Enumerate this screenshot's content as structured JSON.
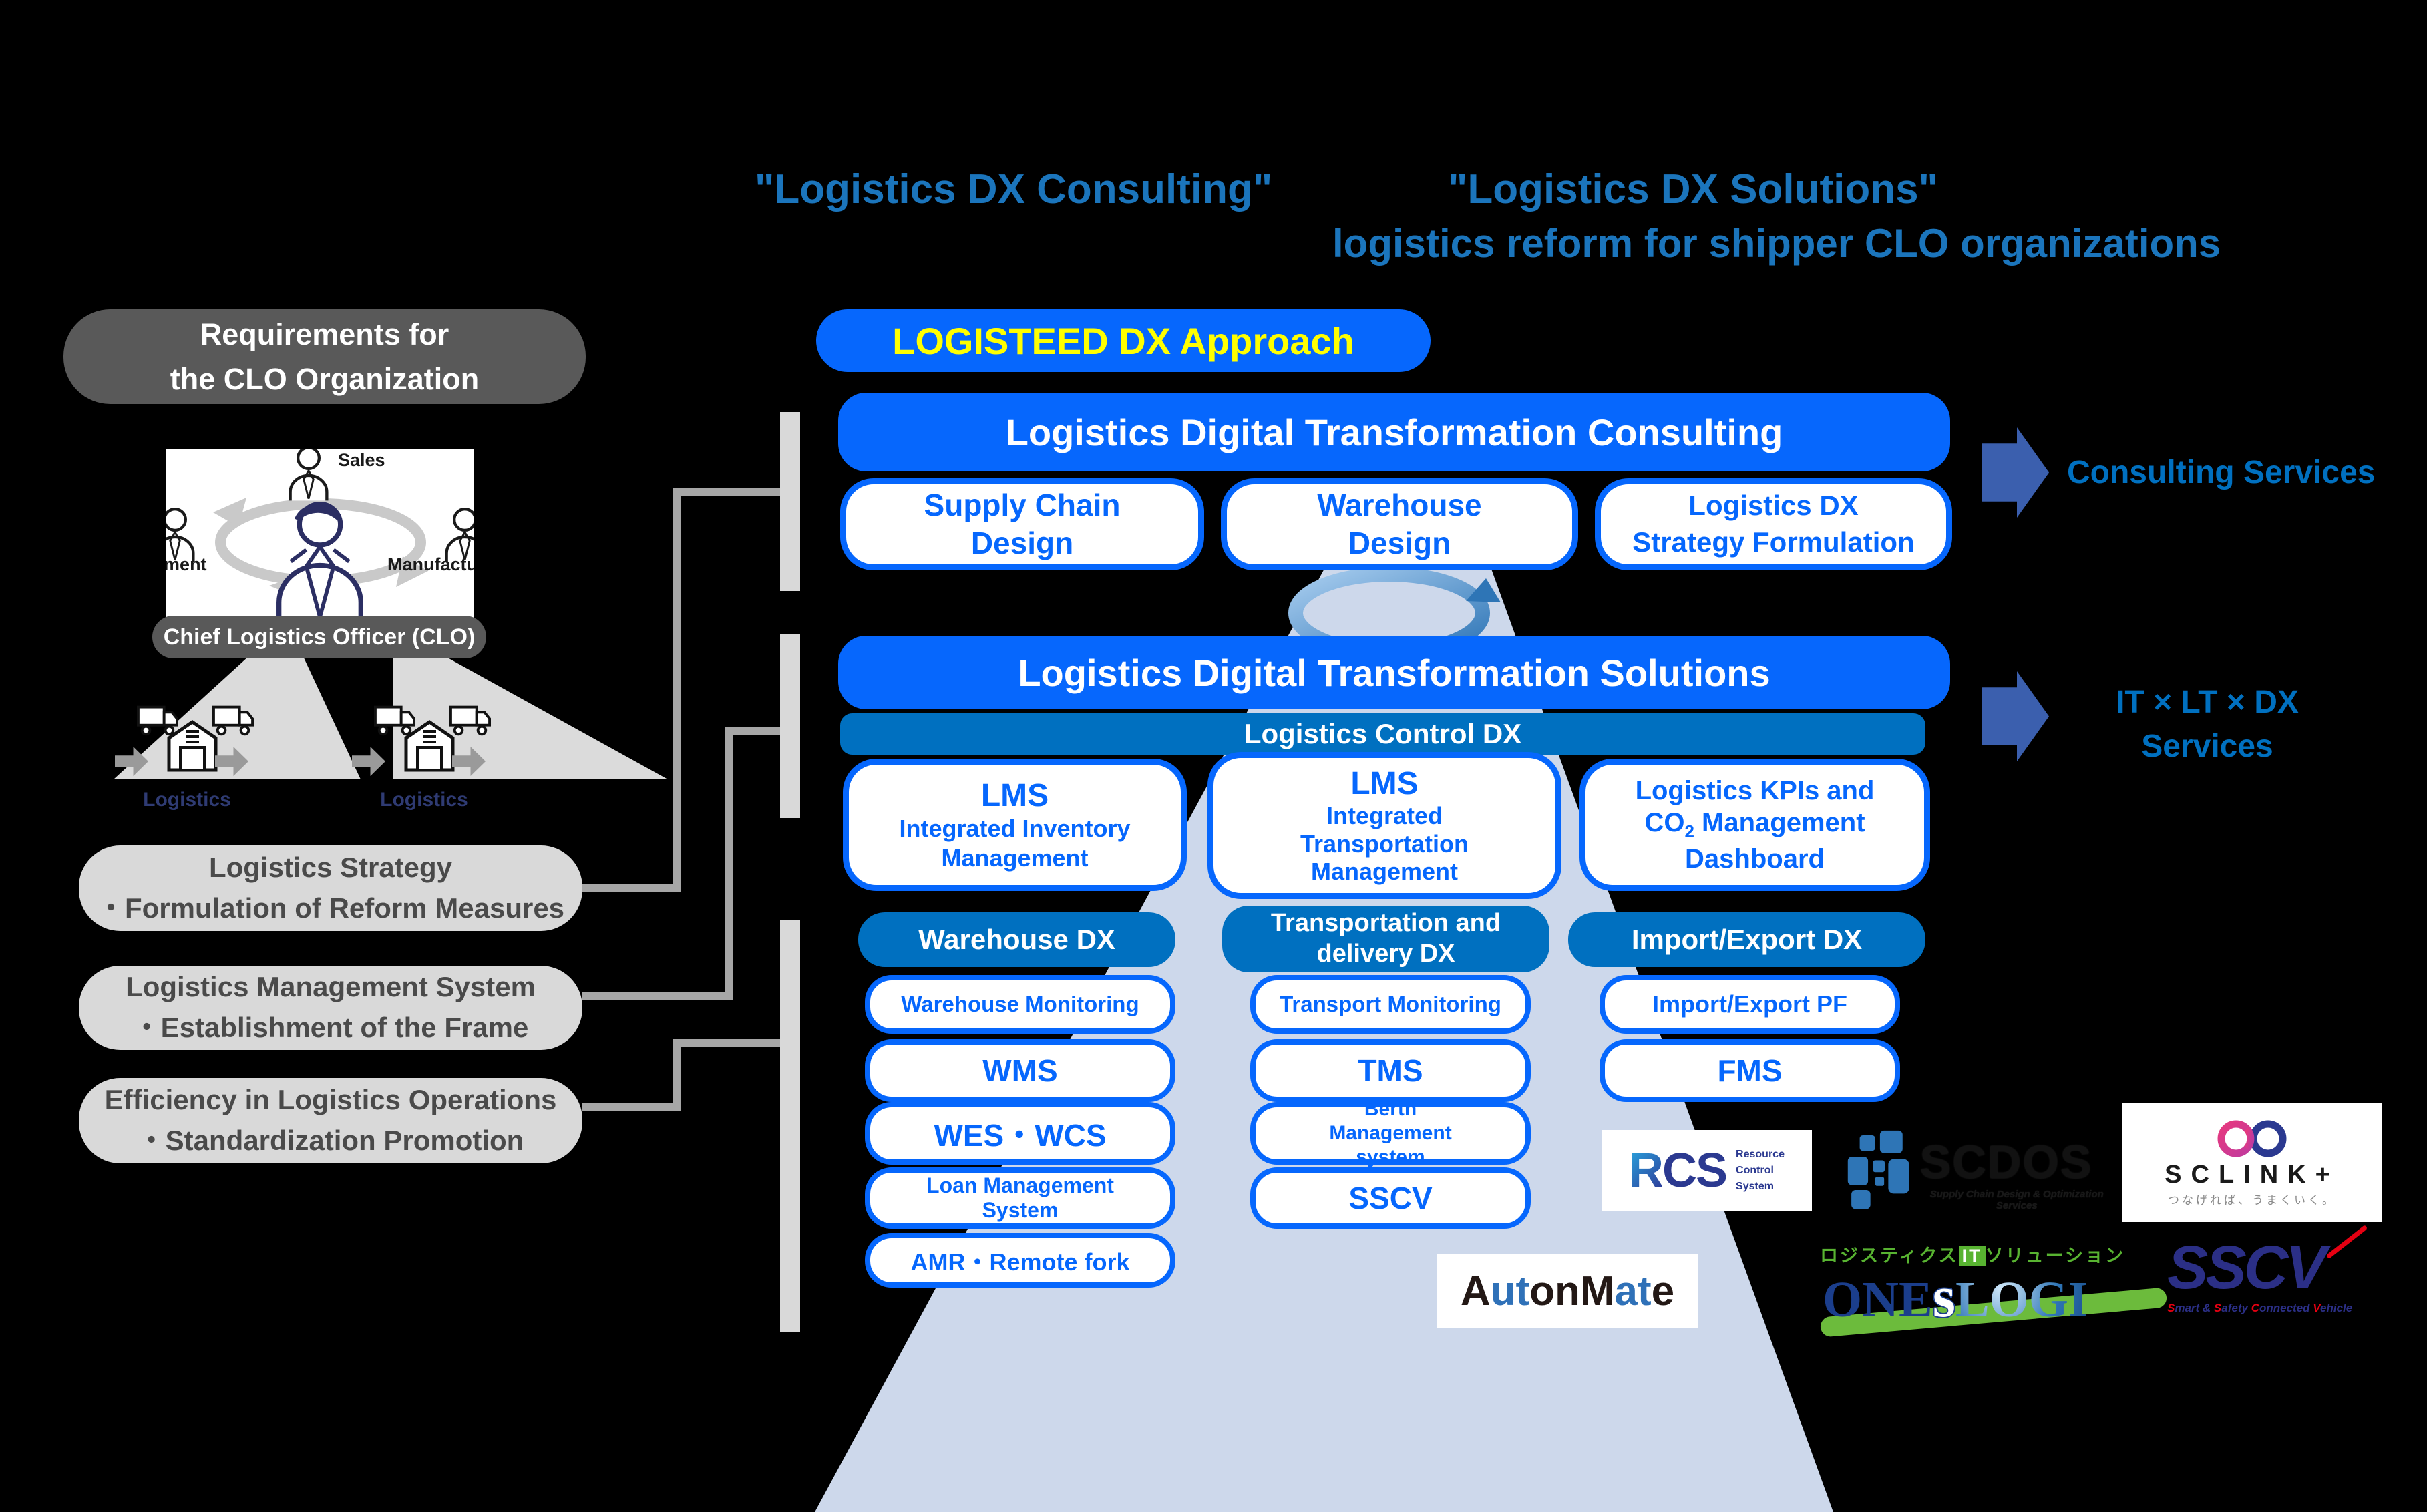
{
  "colors": {
    "accent_blue": "#0667FD",
    "steel_blue": "#0070C0",
    "heading_blue": "#1B75BC",
    "arrow_blue": "#3B5FAE",
    "badge_yellow": "#FFFF00",
    "funnel": "#CDD8EB",
    "panel_gray": "#D9D9D9",
    "dark_gray": "#595959"
  },
  "header": {
    "quote_consulting": "\"Logistics DX Consulting\"",
    "quote_solutions": "\"Logistics DX Solutions\"",
    "subtitle": "logistics reform for shipper CLO organizations",
    "approach_badge": "LOGISTEED DX Approach"
  },
  "left_panel": {
    "requirements_line1": "Requirements for",
    "requirements_line2": "the CLO Organization",
    "clo_diagram": {
      "top_label": "Sales",
      "left_label": "Procurement",
      "right_label": "Manufacturing",
      "center_label": "Chief Logistics Officer (CLO)"
    },
    "logistics_label_1": "Logistics",
    "logistics_label_2": "Logistics",
    "requirement_boxes": [
      {
        "title": "Logistics Strategy",
        "detail": "・Formulation of Reform Measures"
      },
      {
        "title": "Logistics Management System",
        "detail": "・Establishment of the Frame"
      },
      {
        "title": "Efficiency in Logistics Operations",
        "detail": "・Standardization Promotion"
      }
    ]
  },
  "consulting": {
    "title": "Logistics Digital Transformation Consulting",
    "boxes": [
      "Supply Chain Design",
      "Warehouse Design",
      "Logistics DX Strategy Formulation"
    ]
  },
  "solutions": {
    "title": "Logistics Digital Transformation Solutions",
    "control_bar": "Logistics Control DX",
    "lms1": {
      "title": "LMS",
      "sub": "Integrated Inventory Management"
    },
    "lms2": {
      "title": "LMS",
      "sub": "Integrated Transportation Management"
    },
    "lms3": {
      "l1": "Logistics KPIs and",
      "l2a": "CO",
      "l2sub": "2",
      "l2b": " Management",
      "l3": "Dashboard"
    },
    "columns": [
      {
        "header": "Warehouse DX",
        "items": [
          "Warehouse Monitoring",
          "WMS",
          "WES・WCS",
          "Loan Management System",
          "AMR・Remote fork"
        ]
      },
      {
        "header": "Transportation and delivery DX",
        "items": [
          "Transport Monitoring",
          "TMS",
          "Berth Management system",
          "SSCV"
        ]
      },
      {
        "header": "Import/Export DX",
        "items": [
          "Import/Export PF",
          "FMS"
        ]
      }
    ]
  },
  "right_side": {
    "arrow1_label": "Consulting Services",
    "arrow2_label_line1": "IT × LT × DX",
    "arrow2_label_line2": "Services"
  },
  "logos": {
    "rcs": {
      "r": "R",
      "cs": "CS",
      "line0": "Resource",
      "line1": "Control",
      "line2": "System"
    },
    "scdos": {
      "main": "SCDOS",
      "tagline": "Supply Chain Design & Optimization Services"
    },
    "sclink": {
      "main": "SCLINK+",
      "tagline": "つなげれば、うまくいく。"
    },
    "autonmate": {
      "p0": "A",
      "p1": "ut",
      "p2": "onM",
      "p3": "at",
      "p4": "e"
    },
    "oneslogi": {
      "jp1": "ロジスティクス",
      "jp_it": "IT",
      "jp2": "ソリューション",
      "one": "ONE",
      "s": "s",
      "logi": "LOGI"
    },
    "sscv": {
      "main": "SSCV",
      "p0": "S",
      "p1": "mart & ",
      "p2": "S",
      "p3": "afety ",
      "p4": "C",
      "p5": "onnected ",
      "p6": "V",
      "p7": "ehicle"
    }
  }
}
